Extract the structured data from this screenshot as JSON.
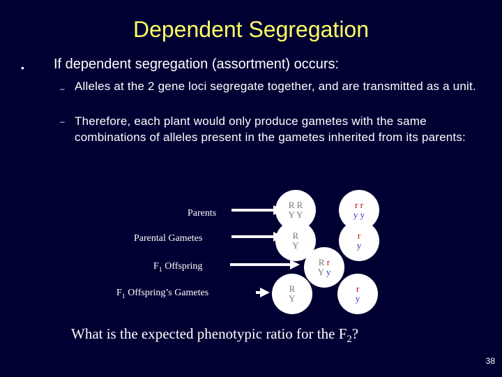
{
  "slide": {
    "title": "Dependent Segregation",
    "bullet": "If dependent segregation (assortment) occurs:",
    "subbullets": [
      "Alleles at the 2 gene loci segregate together, and are transmitted as a unit.",
      "Therefore, each plant would only produce gametes with the same combinations of alleles present in the gametes inherited from its parents:"
    ],
    "question_main": "What is the expected phenotypic ratio for the F",
    "question_sub": "2",
    "question_end": "?",
    "page_number": "38"
  },
  "diagram": {
    "labels": {
      "parents": "Parents",
      "parental_gametes": "Parental Gametes",
      "f1_offspring_prefix": "F",
      "f1_offspring_sub": "1",
      "f1_offspring_suffix": " Offspring",
      "f1_gametes_prefix": "F",
      "f1_gametes_sub": "1",
      "f1_gametes_suffix": " Offspring’s Gametes"
    },
    "parents_left": {
      "line1": "R R",
      "line2": "Y Y"
    },
    "parents_right": {
      "line1": "r r",
      "line2": "y y"
    },
    "gametes_left": {
      "line1": "R",
      "line2": "Y"
    },
    "gametes_right": {
      "line1": "r",
      "line2": "y"
    },
    "f1": {
      "r_upper": "R",
      "r_lower": "r",
      "y_upper": "Y",
      "y_lower": "y"
    },
    "f1_gametes_left": {
      "line1": "R",
      "line2": "Y"
    },
    "f1_gametes_right": {
      "line1": "r",
      "line2": "y"
    }
  },
  "colors": {
    "background": "#000033",
    "title": "#ffff66",
    "dominant_allele": "#777777",
    "recessive_r": "#cc0000",
    "recessive_y": "#3333cc"
  }
}
